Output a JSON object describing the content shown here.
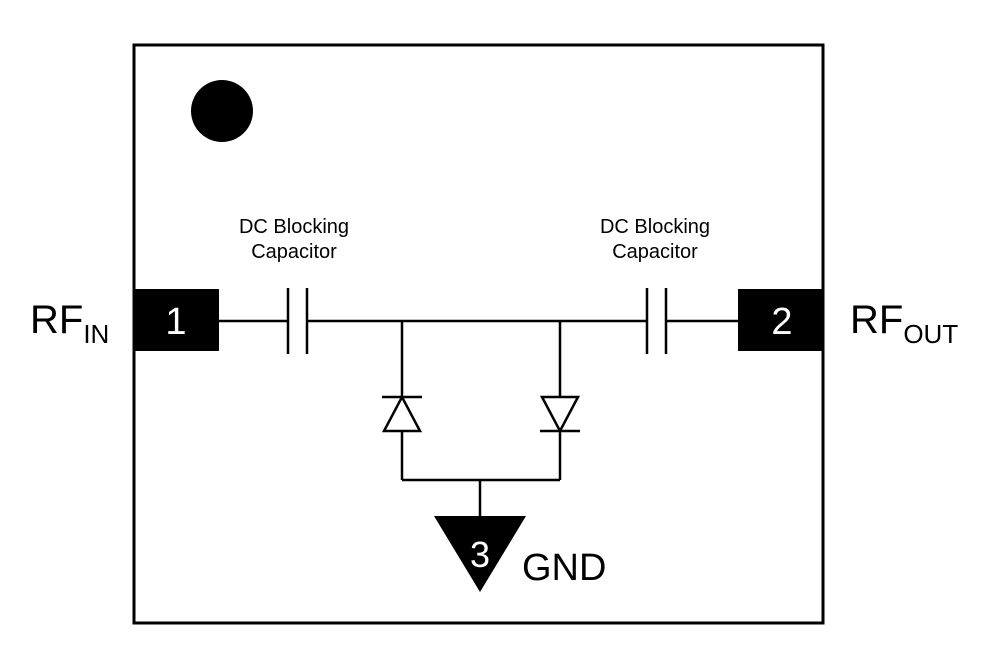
{
  "colors": {
    "ink": "#000000",
    "background": "#ffffff",
    "pad_text": "#ffffff"
  },
  "pins": {
    "pin1": {
      "number": "1",
      "name_base": "RF",
      "name_sub": "IN"
    },
    "pin2": {
      "number": "2",
      "name_base": "RF",
      "name_sub": "OUT"
    },
    "pin3": {
      "number": "3",
      "name": "GND"
    }
  },
  "capacitors": {
    "left": {
      "line1": "DC Blocking",
      "line2": "Capacitor"
    },
    "right": {
      "line1": "DC Blocking",
      "line2": "Capacitor"
    }
  },
  "orientation_mark": {
    "icon": "pin1-indicator-dot"
  }
}
